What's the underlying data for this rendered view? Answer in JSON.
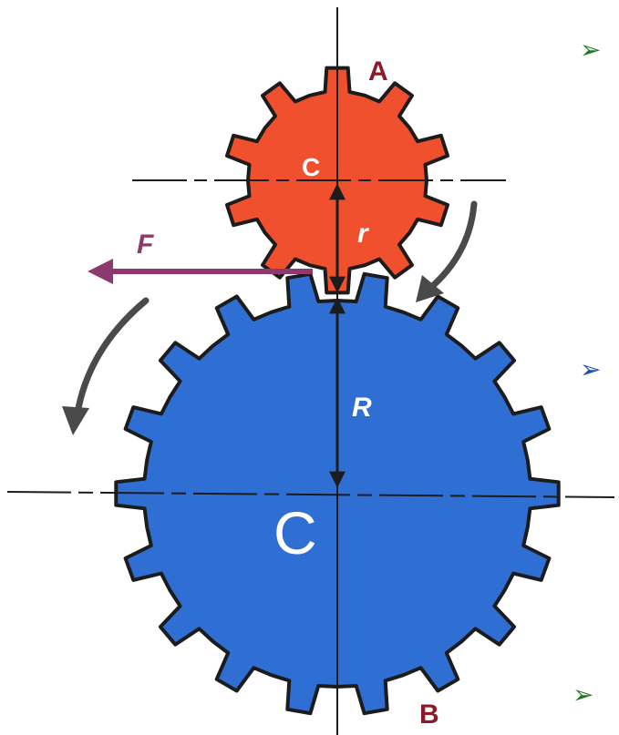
{
  "labels": {
    "gear_small_name": "A",
    "gear_large_name": "B",
    "center_small": "C",
    "center_large": "C",
    "radius_small": "r",
    "radius_large": "R",
    "force": "F"
  },
  "bullets": [
    "➢",
    "➢",
    "➢"
  ],
  "colors": {
    "gear_small": "#f0502e",
    "gear_large": "#2f6fd3",
    "outline": "#1c1c1c",
    "force_arrow": "#8c3a6b",
    "rotation_arrow": "#4a4a4a",
    "gear_label": "#8b1a2a",
    "bullet_1": "#1f7a1f",
    "bullet_2": "#1f4fb0",
    "bullet_3": "#1f7a1f"
  }
}
